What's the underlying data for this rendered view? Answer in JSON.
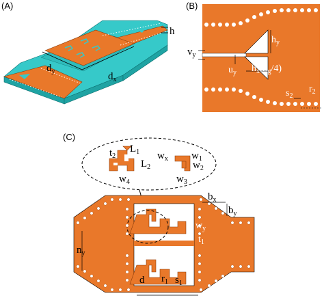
{
  "panels": {
    "a": {
      "label": "(A)",
      "dims": {
        "h": "h",
        "dy": "d",
        "dy_sub": "y",
        "dx": "d",
        "dx_sub": "x"
      }
    },
    "b": {
      "label": "(B)",
      "dims": {
        "hy": "h",
        "hy_sub": "y",
        "vy": "v",
        "vy_sub": "y",
        "uy": "u",
        "uy_sub": "y",
        "hx": "h",
        "hx_sub": "x",
        "hx_tail": "(λ",
        "hx_tail_sub": "g",
        "hx_tail_end": "/4)",
        "s2": "s",
        "s2_sub": "2",
        "r2": "r",
        "r2_sub": "2"
      }
    },
    "c": {
      "label": "(C)",
      "dims": {
        "t2": "t",
        "t2_sub": "2",
        "L1": "L",
        "L1_sub": "1",
        "L2": "L",
        "L2_sub": "2",
        "w4": "w",
        "w4_sub": "4",
        "wx": "w",
        "wx_sub": "x",
        "w1": "w",
        "w1_sub": "1",
        "w2": "w",
        "w2_sub": "2",
        "w3": "w",
        "w3_sub": "3",
        "bx": "b",
        "bx_sub": "x",
        "by": "b",
        "by_sub": "y",
        "wy": "w",
        "wy_sub": "y",
        "t1": "t",
        "t1_sub": "1",
        "ny": "n",
        "ny_sub": "y",
        "d": "d",
        "r1": "r",
        "r1_sub": "1",
        "s1": "s",
        "s1_sub": "1"
      }
    }
  },
  "colors": {
    "copper": "#E9782A",
    "copper_dark": "#C85E18",
    "substrate": "#36C9C9",
    "substrate_dark": "#1FA3A3",
    "hole": "#FFFFFF",
    "stroke": "#000000"
  }
}
